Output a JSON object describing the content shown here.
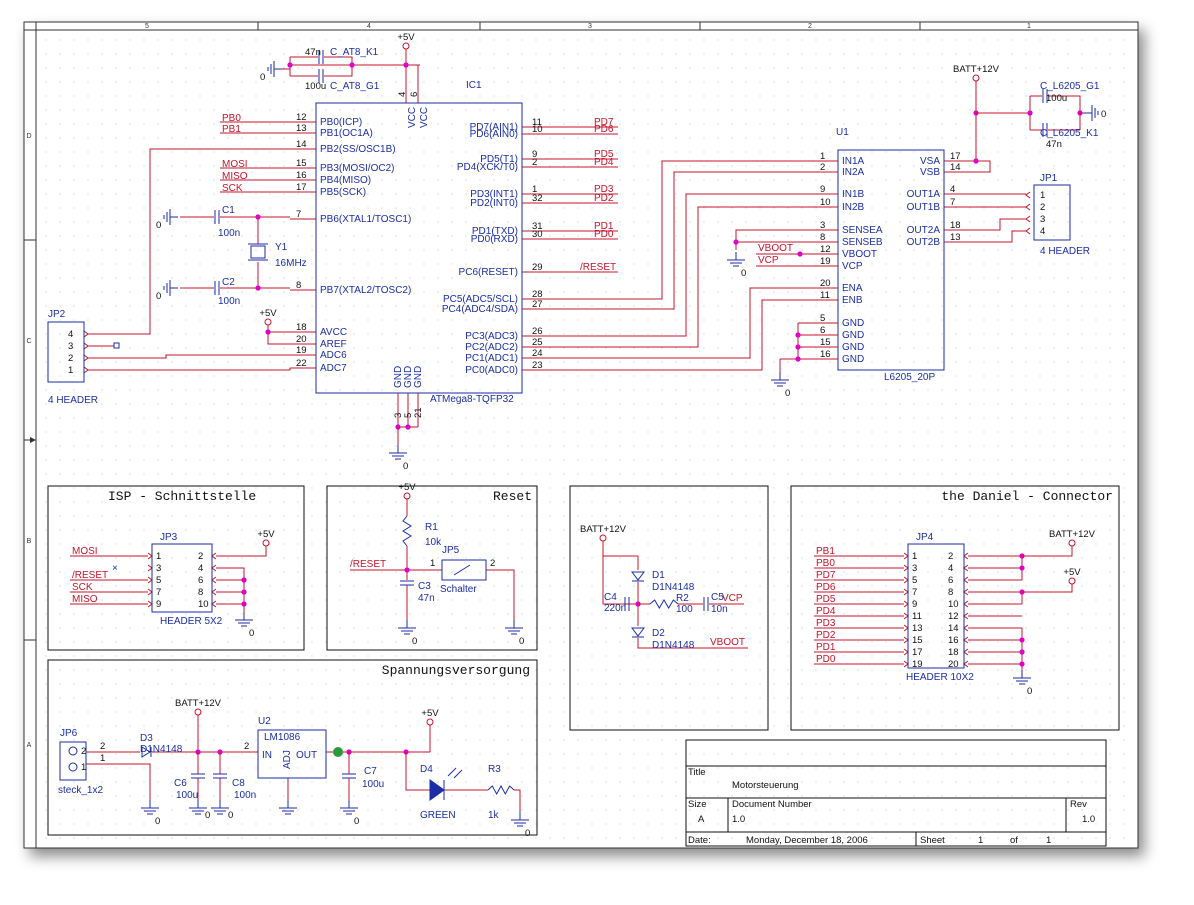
{
  "sheet": {
    "frame_columns": [
      "5",
      "4",
      "3",
      "2",
      "1"
    ],
    "frame_rows": [
      "D",
      "C",
      "B",
      "A"
    ]
  },
  "colors": {
    "wire": "#c4142b",
    "part": "#1b2ea6",
    "junction": "#e000c8",
    "background": "#ffffff"
  },
  "power": {
    "vcc5": "+5V",
    "batt": "BATT+12V",
    "gnd": "0"
  },
  "ic1": {
    "ref": "IC1",
    "name": "ATMega8-TQFP32",
    "left_pins": [
      {
        "num": "12",
        "name": "PB0(ICP)",
        "net": "PB0"
      },
      {
        "num": "13",
        "name": "PB1(OC1A)",
        "net": "PB1"
      },
      {
        "num": "14",
        "name": "PB2(SS/OSC1B)",
        "net": ""
      },
      {
        "num": "15",
        "name": "PB3(MOSI/OC2)",
        "net": "MOSI"
      },
      {
        "num": "16",
        "name": "PB4(MISO)",
        "net": "MISO"
      },
      {
        "num": "17",
        "name": "PB5(SCK)",
        "net": "SCK"
      },
      {
        "num": "7",
        "name": "PB6(XTAL1/TOSC1)",
        "net": ""
      },
      {
        "num": "8",
        "name": "PB7(XTAL2/TOSC2)",
        "net": ""
      },
      {
        "num": "18",
        "name": "AVCC",
        "net": ""
      },
      {
        "num": "20",
        "name": "AREF",
        "net": ""
      },
      {
        "num": "19",
        "name": "ADC6",
        "net": ""
      },
      {
        "num": "22",
        "name": "ADC7",
        "net": ""
      }
    ],
    "right_pins": [
      {
        "num": "11",
        "name": "PD7(AIN1)",
        "net": "PD7"
      },
      {
        "num": "10",
        "name": "PD6(AIN0)",
        "net": "PD6"
      },
      {
        "num": "9",
        "name": "PD5(T1)",
        "net": "PD5"
      },
      {
        "num": "2",
        "name": "PD4(XCK/T0)",
        "net": "PD4"
      },
      {
        "num": "1",
        "name": "PD3(INT1)",
        "net": "PD3"
      },
      {
        "num": "32",
        "name": "PD2(INT0)",
        "net": "PD2"
      },
      {
        "num": "31",
        "name": "PD1(TXD)",
        "net": "PD1"
      },
      {
        "num": "30",
        "name": "PD0(RXD)",
        "net": "PD0"
      },
      {
        "num": "29",
        "name": "PC6(RESET)",
        "net": "/RESET"
      },
      {
        "num": "28",
        "name": "PC5(ADC5/SCL)",
        "net": ""
      },
      {
        "num": "27",
        "name": "PC4(ADC4/SDA)",
        "net": ""
      },
      {
        "num": "26",
        "name": "PC3(ADC3)",
        "net": ""
      },
      {
        "num": "25",
        "name": "PC2(ADC2)",
        "net": ""
      },
      {
        "num": "24",
        "name": "PC1(ADC1)",
        "net": ""
      },
      {
        "num": "23",
        "name": "PC0(ADC0)",
        "net": ""
      }
    ],
    "top_pins": [
      {
        "num": "4",
        "name": "VCC"
      },
      {
        "num": "6",
        "name": "VCC"
      }
    ],
    "bottom_pins": [
      {
        "num": "3",
        "name": "GND"
      },
      {
        "num": "5",
        "name": "GND"
      },
      {
        "num": "21",
        "name": "GND"
      }
    ]
  },
  "caps_top": [
    {
      "value": "47n",
      "ref": "C_AT8_K1"
    },
    {
      "value": "100u",
      "ref": "C_AT8_G1"
    }
  ],
  "crystal": {
    "c1_ref": "C1",
    "c1_val": "100n",
    "c2_ref": "C2",
    "c2_val": "100n",
    "y_ref": "Y1",
    "y_val": "16MHz"
  },
  "u1": {
    "ref": "U1",
    "name": "L6205_20P",
    "left_pins": [
      {
        "num": "1",
        "name": "IN1A"
      },
      {
        "num": "2",
        "name": "IN2A"
      },
      {
        "num": "9",
        "name": "IN1B"
      },
      {
        "num": "10",
        "name": "IN2B"
      },
      {
        "num": "3",
        "name": "SENSEA"
      },
      {
        "num": "8",
        "name": "SENSEB"
      },
      {
        "num": "12",
        "name": "VBOOT"
      },
      {
        "num": "19",
        "name": "VCP"
      },
      {
        "num": "20",
        "name": "ENA"
      },
      {
        "num": "11",
        "name": "ENB"
      },
      {
        "num": "5",
        "name": "GND"
      },
      {
        "num": "6",
        "name": "GND"
      },
      {
        "num": "15",
        "name": "GND"
      },
      {
        "num": "16",
        "name": "GND"
      }
    ],
    "right_pins": [
      {
        "num": "17",
        "name": "VSA"
      },
      {
        "num": "14",
        "name": "VSB"
      },
      {
        "num": "4",
        "name": "OUT1A"
      },
      {
        "num": "7",
        "name": "OUT1B"
      },
      {
        "num": "18",
        "name": "OUT2A"
      },
      {
        "num": "13",
        "name": "OUT2B"
      }
    ],
    "nets": [
      "VBOOT",
      "VCP"
    ]
  },
  "caps_u1": [
    {
      "value": "100u",
      "ref": "C_L6205_G1"
    },
    {
      "value": "47n",
      "ref": "C_L6205_K1"
    }
  ],
  "jp1": {
    "ref": "JP1",
    "name": "4 HEADER",
    "pins": [
      "1",
      "2",
      "3",
      "4"
    ]
  },
  "jp2": {
    "ref": "JP2",
    "name": "4 HEADER",
    "pins": [
      "4",
      "3",
      "2",
      "1"
    ]
  },
  "sections": {
    "isp": "ISP - Schnittstelle",
    "reset": "Reset",
    "daniel": "the Daniel - Connector",
    "power": "Spannungsversorgung"
  },
  "isp": {
    "ref": "JP3",
    "name": "HEADER 5X2",
    "nets": [
      "MOSI",
      "/RESET",
      "SCK",
      "MISO"
    ],
    "left": [
      "1",
      "3",
      "5",
      "7",
      "9"
    ],
    "right": [
      "2",
      "4",
      "6",
      "8",
      "10"
    ]
  },
  "reset": {
    "r_ref": "R1",
    "r_val": "10k",
    "c_ref": "C3",
    "c_val": "47n",
    "sw_ref": "JP5",
    "sw_name": "Schalter",
    "net": "/RESET"
  },
  "boot": {
    "d1_ref": "D1",
    "d1_val": "D1N4148",
    "d2_ref": "D2",
    "d2_val": "D1N4148",
    "c4_ref": "C4",
    "c4_val": "220n",
    "r2_ref": "R2",
    "r2_val": "100",
    "c5_ref": "C5",
    "c5_val": "10n",
    "net_vcp": "VCP",
    "net_vboot": "VBOOT"
  },
  "daniel": {
    "ref": "JP4",
    "name": "HEADER 10X2",
    "nets": [
      "PB1",
      "PB0",
      "PD7",
      "PD6",
      "PD5",
      "PD4",
      "PD3",
      "PD2",
      "PD1",
      "PD0"
    ],
    "left": [
      "1",
      "3",
      "5",
      "7",
      "9",
      "11",
      "13",
      "15",
      "17",
      "19"
    ],
    "right": [
      "2",
      "4",
      "6",
      "8",
      "10",
      "12",
      "14",
      "16",
      "18",
      "20"
    ]
  },
  "psu": {
    "jp6_ref": "JP6",
    "jp6_name": "steck_1x2",
    "d3_ref": "D3",
    "d3_val": "D1N4148",
    "u2_ref": "U2",
    "u2_val": "LM1086",
    "pin_in": "IN",
    "pin_out": "OUT",
    "pin_adj": "ADJ",
    "c6_ref": "C6",
    "c6_val": "100u",
    "c8_ref": "C8",
    "c8_val": "100n",
    "c7_ref": "C7",
    "c7_val": "100u",
    "d4_ref": "D4",
    "d4_val": "GREEN",
    "r3_ref": "R3",
    "r3_val": "1k"
  },
  "title_block": {
    "title_label": "Title",
    "title": "Motorsteuerung",
    "size_label": "Size",
    "size": "A",
    "docnum_label": "Document Number",
    "docnum": "1.0",
    "rev_label": "Rev",
    "rev": "1.0",
    "date_label": "Date:",
    "date": "Monday, December 18, 2006",
    "sheet_label": "Sheet",
    "sheet": "1",
    "of_label": "of",
    "of": "1"
  }
}
